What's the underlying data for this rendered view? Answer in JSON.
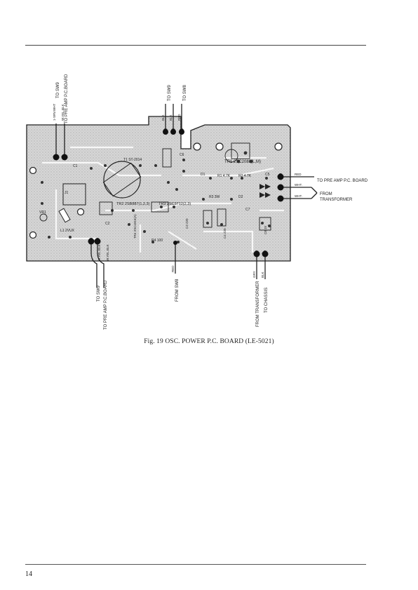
{
  "page_number": "14",
  "caption": "Fig. 19  OSC. POWER P.C. BOARD (LE-5021)",
  "colors": {
    "board": "#d3d3d3",
    "ink": "#222222",
    "copper": "#b3b3b3"
  },
  "top_left_leads": {
    "wire_a_tag": "1-SRV.WHT",
    "wire_a_label": "TO SW9",
    "wire_b_tag": "W.YEL.BLK",
    "wire_b_label": "TO PRE AMP P.C.BOARD"
  },
  "top_center_leads": {
    "wire_a_tag": "BLK",
    "wire_b_tag": "BLK",
    "label_a": "TO SW9",
    "wire_c_tag": "RED",
    "label_b": "TO SW8"
  },
  "right_leads": {
    "wire_a_tag": "RED",
    "wire_a_label": "TO PRE AMP P.C. BOARD",
    "wire_b_tag": "WHT.",
    "wire_c_tag": "WHT.",
    "transformer_label_1": "FROM",
    "transformer_label_2": "TRANSFORMER"
  },
  "bottom_leads": {
    "left_tag_a": "W.YEL.BLK",
    "left_tag_b": "W.YEL.BLK",
    "left_label_a": "TO SW9",
    "left_label_b": "TO PRE AMP P.C.BOARD",
    "center_tag": "RED",
    "center_label": "FROM SW8",
    "right_tag_a": "GRY",
    "right_tag_b": "BLK",
    "right_label_a": "FROM TRANSFORMER",
    "right_label_b": "TO CHASSIS"
  },
  "components": {
    "tr1": "TR1 2SC2088(L,M)",
    "tr2": "TR2 2SB887(1,2,3)",
    "tr3": "TR3 2SC3712(2,3)",
    "tr4": "TR4 2SC1815(A)",
    "t1": "T1 ST-2014",
    "j1": "J1",
    "l1": "L1 2VUX",
    "r1": "R1 4.7K",
    "r2": "R2 4.7K",
    "r3": "R3 3W",
    "r4": "R4 100",
    "d1": "D1",
    "d2": "D2",
    "c1": "C1",
    "c2": "C2",
    "c3": "C3 220",
    "c4": "C4 220",
    "c5": "C5",
    "c6": "C6",
    "c7": "C7",
    "c8": "C8 10",
    "vr1": "VR1"
  }
}
